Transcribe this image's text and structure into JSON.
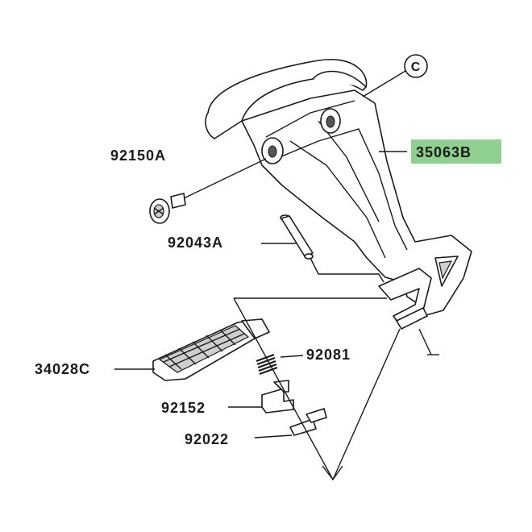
{
  "parts": [
    {
      "id": "callout_c",
      "label": "C"
    },
    {
      "id": "bracket",
      "label": "35063B",
      "highlight_color": "#8fcf8f"
    },
    {
      "id": "bolt",
      "label": "92150A"
    },
    {
      "id": "pin",
      "label": "92043A"
    },
    {
      "id": "footpeg",
      "label": "34028C"
    },
    {
      "id": "spring",
      "label": "92081"
    },
    {
      "id": "plate",
      "label": "92152"
    },
    {
      "id": "washer",
      "label": "92022"
    }
  ],
  "colors": {
    "line": "#1a1a1a",
    "highlight": "#8fcf8f"
  }
}
